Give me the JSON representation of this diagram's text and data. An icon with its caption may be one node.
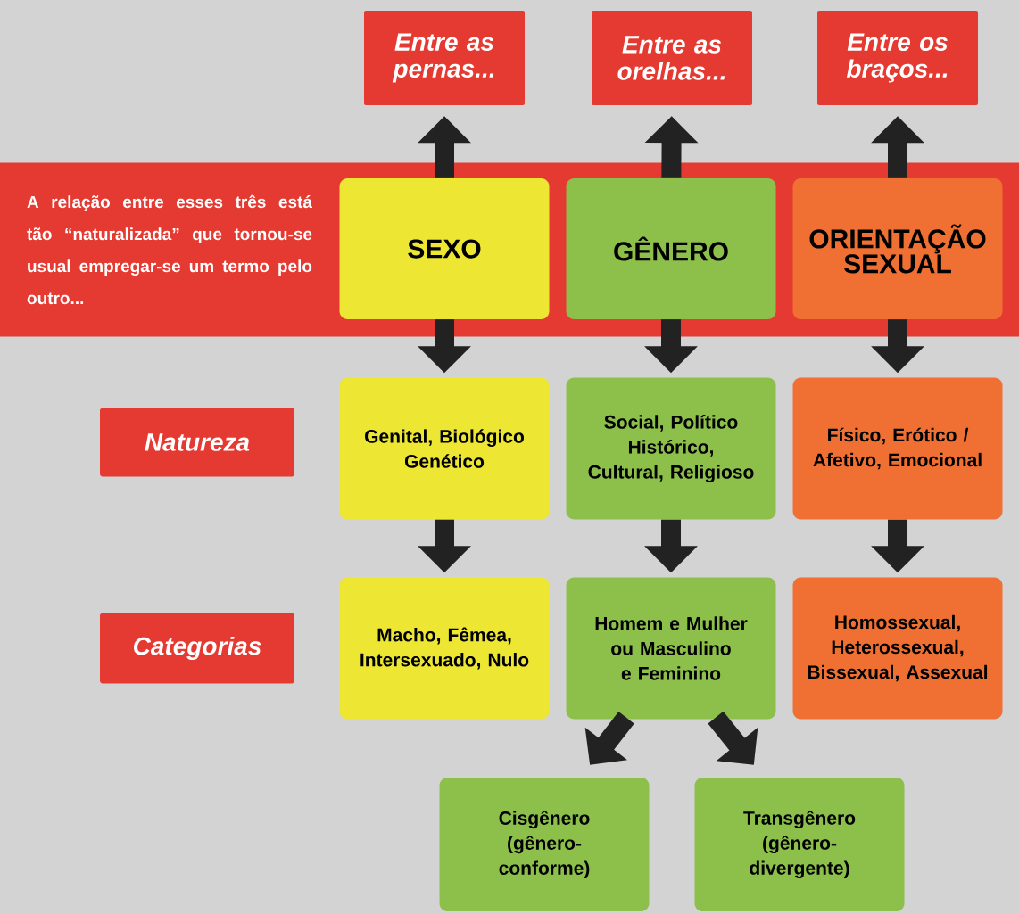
{
  "diagram": {
    "nodes": [
      {
        "text": [
          "Entre as pernas..."
        ]
      },
      {
        "text": [
          "Entre as orelhas..."
        ]
      },
      {
        "text": [
          "Entre os braços..."
        ]
      },
      {
        "text": [
          "A relação entre esses três está tão “naturalizada” que tornou-se usual empregar-se um termo pelo outro..."
        ]
      },
      {
        "text": [
          "SEXO"
        ],
        "in": 3
      },
      {
        "text": [
          "GÊNERO"
        ],
        "in": 3
      },
      {
        "text": [
          "ORIENTAÇÃO SEXUAL"
        ],
        "in": 3
      },
      {
        "text": [
          "Natureza"
        ]
      },
      {
        "text": [
          "Genital, Biológico Genético"
        ]
      },
      {
        "text": [
          "Social, Político Histórico, Cultural, Religioso"
        ]
      },
      {
        "text": [
          "Físico, Erótico / Afetivo, Emocional"
        ]
      },
      {
        "text": [
          "Categorias"
        ]
      },
      {
        "text": [
          "Macho, Fêmea, Intersexuado, Nulo"
        ]
      },
      {
        "text": [
          "Homem e Mulher ou Masculino e Feminino"
        ]
      },
      {
        "text": [
          "Homossexual, Heterossexual, Bissexual, Assexual"
        ]
      },
      {
        "text": [
          "Cisgênero (gênero-conforme)"
        ]
      },
      {
        "text": [
          "Transgênero (gênero-divergente)"
        ]
      }
    ],
    "edges": [
      {
        "from": 4,
        "to": 0,
        "arrow": "to"
      },
      {
        "from": 5,
        "to": 1,
        "arrow": "to"
      },
      {
        "from": 6,
        "to": 2,
        "arrow": "to"
      },
      {
        "from": 4,
        "to": 8,
        "arrow": "to"
      },
      {
        "from": 5,
        "to": 9,
        "arrow": "to"
      },
      {
        "from": 6,
        "to": 10,
        "arrow": "to"
      },
      {
        "from": 8,
        "to": 12,
        "arrow": "to"
      },
      {
        "from": 9,
        "to": 13,
        "arrow": "to"
      },
      {
        "from": 10,
        "to": 14,
        "arrow": "to"
      },
      {
        "from": 13,
        "to": 15,
        "arrow": "to"
      },
      {
        "from": 13,
        "to": 16,
        "arrow": "to"
      }
    ]
  }
}
